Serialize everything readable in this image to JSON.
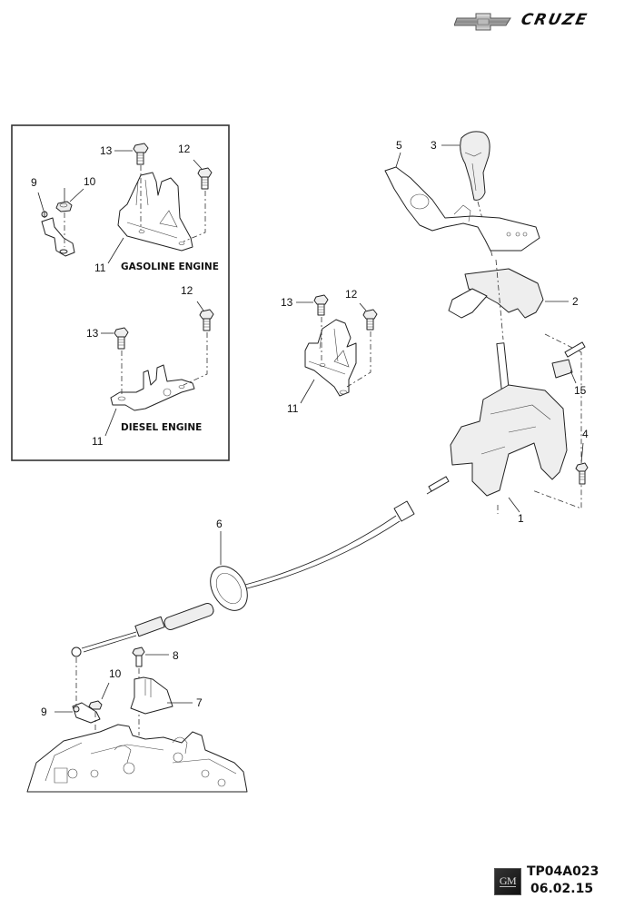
{
  "header": {
    "brand_logo": "chevrolet-bowtie-icon",
    "model_name": "CRUZE"
  },
  "inset": {
    "gasoline": {
      "caption": "GASOLINE ENGINE",
      "callouts": {
        "c13": "13",
        "c12": "12",
        "c9": "9",
        "c10": "10",
        "c11": "11"
      }
    },
    "diesel": {
      "caption": "DIESEL ENGINE",
      "callouts": {
        "c13": "13",
        "c12": "12",
        "c11": "11"
      }
    }
  },
  "main": {
    "bracket_callouts": {
      "c13": "13",
      "c12": "12",
      "c11": "11"
    },
    "shifter_callouts": {
      "c5": "5",
      "c3": "3",
      "c2": "2",
      "c15": "15",
      "c4": "4",
      "c1": "1"
    },
    "cable_callouts": {
      "c6": "6",
      "c8": "8",
      "c10": "10",
      "c9": "9",
      "c7": "7"
    }
  },
  "footer": {
    "logo": "GM",
    "diagram_code": "TP04A023",
    "date": "06.02.15"
  }
}
